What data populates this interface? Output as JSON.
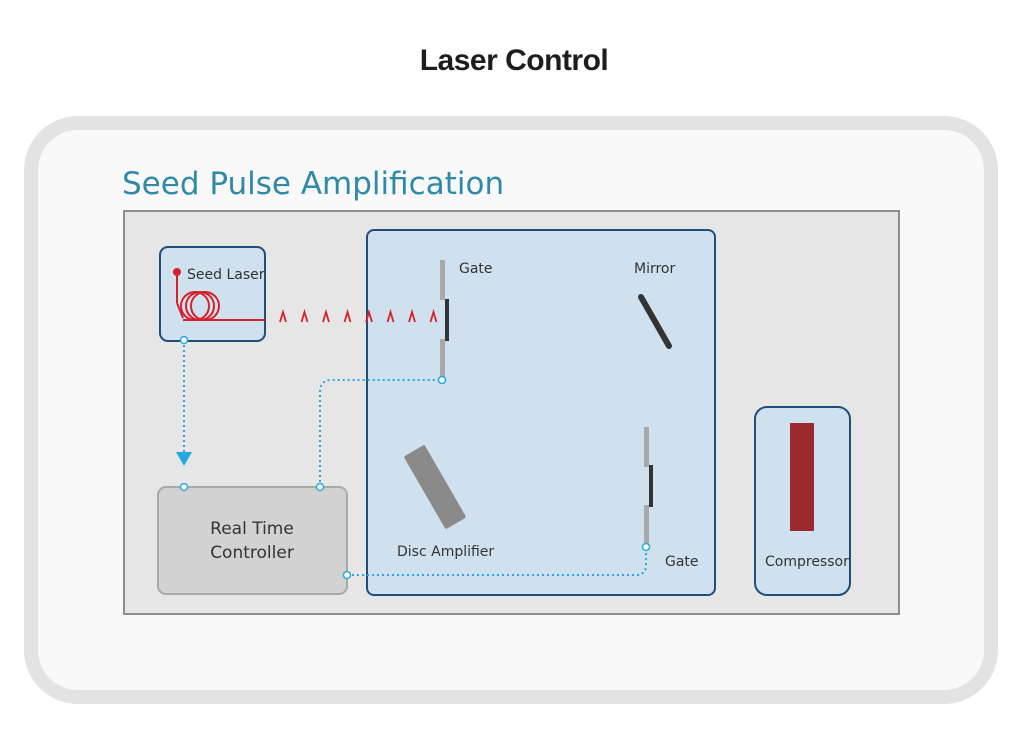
{
  "page": {
    "title": "Laser Control"
  },
  "diagram": {
    "title": "Seed Pulse Amplification",
    "nodes": {
      "seed_laser": "Seed Laser",
      "gate_top": "Gate",
      "mirror": "Mirror",
      "disc_amplifier": "Disc Amplifier",
      "gate_bottom": "Gate",
      "controller_line1": "Real Time",
      "controller_line2": "Controller",
      "compressor": "Compressor"
    },
    "colors": {
      "title": "#2e8aa6",
      "panel_bg": "#e6e6e6",
      "panel_border": "#8e8e8e",
      "box_fill": "#cfe0ee",
      "box_border": "#1f4e7a",
      "signal_line": "#29a8e0",
      "laser": "#d8202a",
      "compressor_bar": "#9b2a2f",
      "controller_fill": "#d2d2d2",
      "controller_border": "#a9a9a9",
      "component_gray": "#8a8a8a"
    },
    "pulse_count": 8
  }
}
